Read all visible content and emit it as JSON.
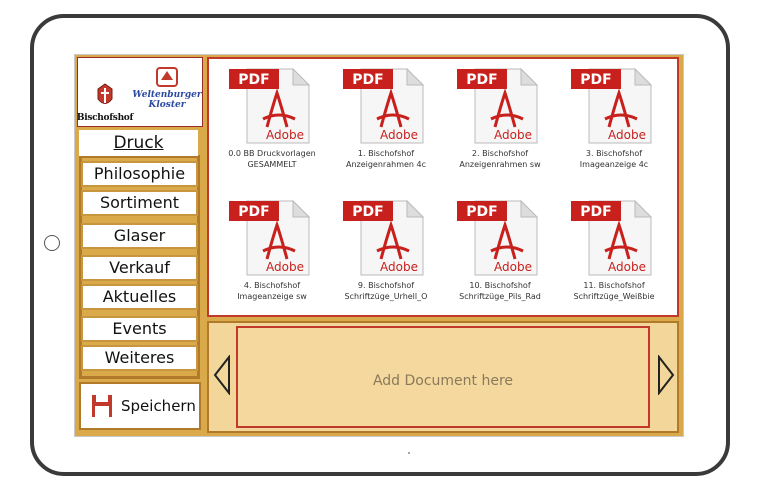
{
  "logos": {
    "left": "Bischofshof",
    "right_line1": "Weltenburger",
    "right_line2": "Kloster"
  },
  "nav": {
    "items": [
      "Druck",
      "Philosophie",
      "Sortiment",
      "Glaser",
      "Verkauf",
      "Aktuelles",
      "Events",
      "Weiteres"
    ],
    "active": "Druck"
  },
  "save": {
    "label": "Speichern"
  },
  "files": [
    {
      "badge": "PDF",
      "brand": "Adobe",
      "name": "0.0 BB Druckvorlagen GESAMMELT"
    },
    {
      "badge": "PDF",
      "brand": "Adobe",
      "name": "1. Bischofshof Anzeigenrahmen 4c"
    },
    {
      "badge": "PDF",
      "brand": "Adobe",
      "name": "2. Bischofshof Anzeigenrahmen sw"
    },
    {
      "badge": "PDF",
      "brand": "Adobe",
      "name": "3. Bischofshof Imageanzeige 4c"
    },
    {
      "badge": "PDF",
      "brand": "Adobe",
      "name": "4. Bischofshof Imageanzeige sw"
    },
    {
      "badge": "PDF",
      "brand": "Adobe",
      "name": "9. Bischofshof Schriftzüge_Urhell_O"
    },
    {
      "badge": "PDF",
      "brand": "Adobe",
      "name": "10. Bischofshof Schriftzüge_Pils_Rad"
    },
    {
      "badge": "PDF",
      "brand": "Adobe",
      "name": "11. Bischofshof Schriftzüge_Weißbie"
    }
  ],
  "dropzone": {
    "text": "Add Document here"
  },
  "colors": {
    "accent_red": "#c0392b",
    "gold": "#b07a2a",
    "panel_bg": "#d9a94a"
  },
  "icons": {
    "save": "floppy-disk-icon",
    "prev": "chevron-left-icon",
    "next": "chevron-right-icon",
    "file": "pdf-file-icon"
  }
}
